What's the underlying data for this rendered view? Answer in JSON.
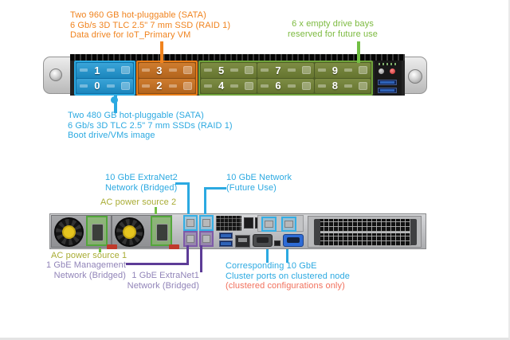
{
  "colors": {
    "orange": "#F0831E",
    "green": "#7CBA3F",
    "olive": "#A9AC34",
    "cyan": "#2BA9E1",
    "purple": "#5D3C97",
    "purple_text": "#9184B8",
    "salmon": "#F1705C",
    "bay_blue": "#1B86BD",
    "bay_orange": "#B2641D",
    "bay_green": "#65742F"
  },
  "front_view": {
    "annotations": {
      "data_drive": {
        "lines": [
          "Two 960 GB hot-pluggable (SATA)",
          "6 Gb/s 3D TLC 2.5\" 7 mm SSD (RAID 1)",
          "Data drive for IoT_Primary VM"
        ]
      },
      "empty_bays": {
        "lines": [
          "6 x empty drive bays",
          "reserved for future use"
        ]
      },
      "boot_drive": {
        "lines": [
          "Two 480 GB hot-pluggable (SATA)",
          "6 Gb/s 3D TLC 2.5\" 7 mm SSDs (RAID 1)",
          "Boot drive/VMs image"
        ]
      }
    },
    "drive_labels": [
      "0",
      "1",
      "2",
      "3",
      "4",
      "5",
      "6",
      "7",
      "8",
      "9"
    ]
  },
  "rear_view": {
    "annotations": {
      "extranet2": {
        "lines": [
          "10 GbE ExtraNet2",
          "Network (Bridged)"
        ]
      },
      "network_future": {
        "lines": [
          "10 GbE Network",
          "(Future Use)"
        ]
      },
      "ac_power_2": "AC power source 2",
      "ac_power_1": "AC power source 1",
      "management": {
        "lines": [
          "1 GbE Management",
          "Network (Bridged)"
        ]
      },
      "extranet1": {
        "lines": [
          "1 GbE ExtraNet1",
          "Network (Bridged)"
        ]
      },
      "cluster": {
        "lines": [
          "Corresponding 10 GbE",
          "Cluster ports on clustered node",
          "(clustered configurations only)"
        ]
      }
    }
  }
}
